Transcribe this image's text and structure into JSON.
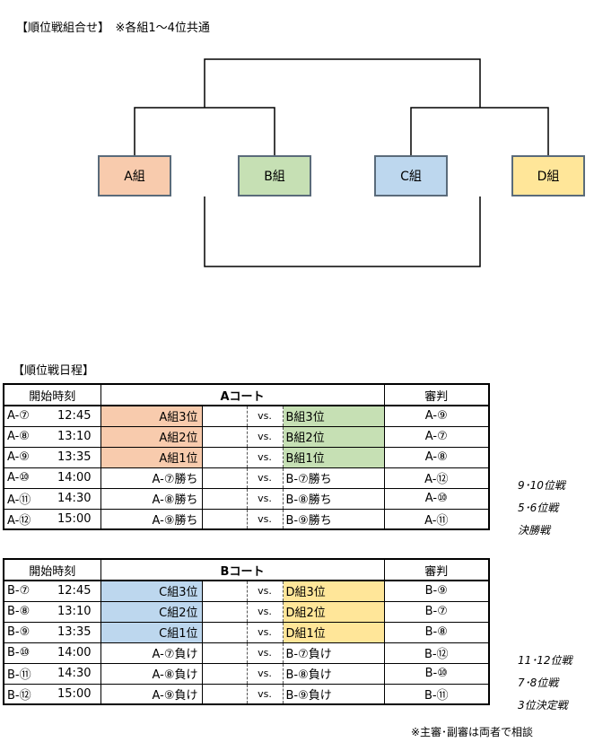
{
  "section1_title": "【順位戦組合せ】　※各組1～4位共通",
  "groups": [
    {
      "label": "A組",
      "color": "#f8cbad"
    },
    {
      "label": "B組",
      "color": "#c6e0b4"
    },
    {
      "label": "C組",
      "color": "#bdd7ee"
    },
    {
      "label": "D組",
      "color": "#ffe699"
    }
  ],
  "section2_title": "【順位戦日程】",
  "court_a": {
    "header": {
      "time": "開始時刻",
      "court": "Aコート",
      "referee": "審判"
    },
    "rows": [
      {
        "id": "A-⑦",
        "time": "12:45",
        "home": "A組3位",
        "vs": "vs.",
        "away": "B組3位",
        "ref": "A-⑨",
        "note": ""
      },
      {
        "id": "A-⑧",
        "time": "13:10",
        "home": "A組2位",
        "vs": "vs.",
        "away": "B組2位",
        "ref": "A-⑦",
        "note": ""
      },
      {
        "id": "A-⑨",
        "time": "13:35",
        "home": "A組1位",
        "vs": "vs.",
        "away": "B組1位",
        "ref": "A-⑧",
        "note": ""
      },
      {
        "id": "A-⑩",
        "time": "14:00",
        "home": "A-⑦勝ち",
        "vs": "vs.",
        "away": "B-⑦勝ち",
        "ref": "A-⑫",
        "note": "9･10位戦"
      },
      {
        "id": "A-⑪",
        "time": "14:30",
        "home": "A-⑧勝ち",
        "vs": "vs.",
        "away": "B-⑧勝ち",
        "ref": "A-⑩",
        "note": "5･6位戦"
      },
      {
        "id": "A-⑫",
        "time": "15:00",
        "home": "A-⑨勝ち",
        "vs": "vs.",
        "away": "B-⑨勝ち",
        "ref": "A-⑪",
        "note": "決勝戦"
      }
    ]
  },
  "court_b": {
    "header": {
      "time": "開始時刻",
      "court": "Bコート",
      "referee": "審判"
    },
    "rows": [
      {
        "id": "B-⑦",
        "time": "12:45",
        "home": "C組3位",
        "vs": "vs.",
        "away": "D組3位",
        "ref": "B-⑨",
        "note": ""
      },
      {
        "id": "B-⑧",
        "time": "13:10",
        "home": "C組2位",
        "vs": "vs.",
        "away": "D組2位",
        "ref": "B-⑦",
        "note": ""
      },
      {
        "id": "B-⑨",
        "time": "13:35",
        "home": "C組1位",
        "vs": "vs.",
        "away": "D組1位",
        "ref": "B-⑧",
        "note": ""
      },
      {
        "id": "B-⑩",
        "time": "14:00",
        "home": "A-⑦負け",
        "vs": "vs.",
        "away": "B-⑦負け",
        "ref": "B-⑫",
        "note": "11･12位戦"
      },
      {
        "id": "B-⑪",
        "time": "14:30",
        "home": "A-⑧負け",
        "vs": "vs.",
        "away": "B-⑧負け",
        "ref": "B-⑩",
        "note": "7･8位戦"
      },
      {
        "id": "B-⑫",
        "time": "15:00",
        "home": "A-⑨負け",
        "vs": "vs.",
        "away": "B-⑨負け",
        "ref": "B-⑪",
        "note": "3位決定戦"
      }
    ]
  },
  "footer_note": "※主審･副審は両者で相談"
}
